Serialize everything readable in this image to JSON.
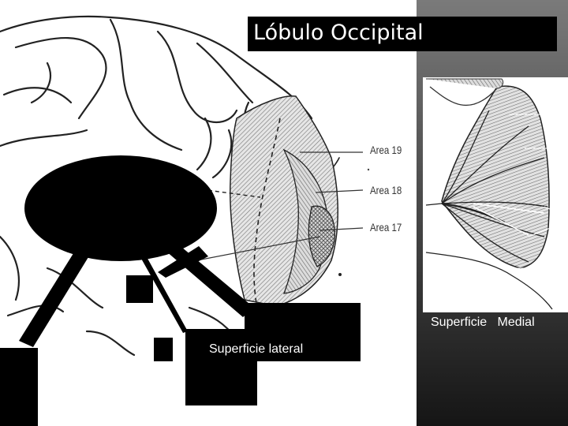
{
  "title": "Lóbulo Occipital",
  "labels": {
    "medial": "Superficie   Medial",
    "lateral": "Superficie lateral"
  },
  "areas": [
    "Area  19",
    "Area  18",
    "Area  17"
  ],
  "colors": {
    "background": "#ffffff",
    "panel_gradient_start": "#7a7a7a",
    "panel_gradient_end": "#151515",
    "mask": "#000000",
    "line": "#222222"
  }
}
